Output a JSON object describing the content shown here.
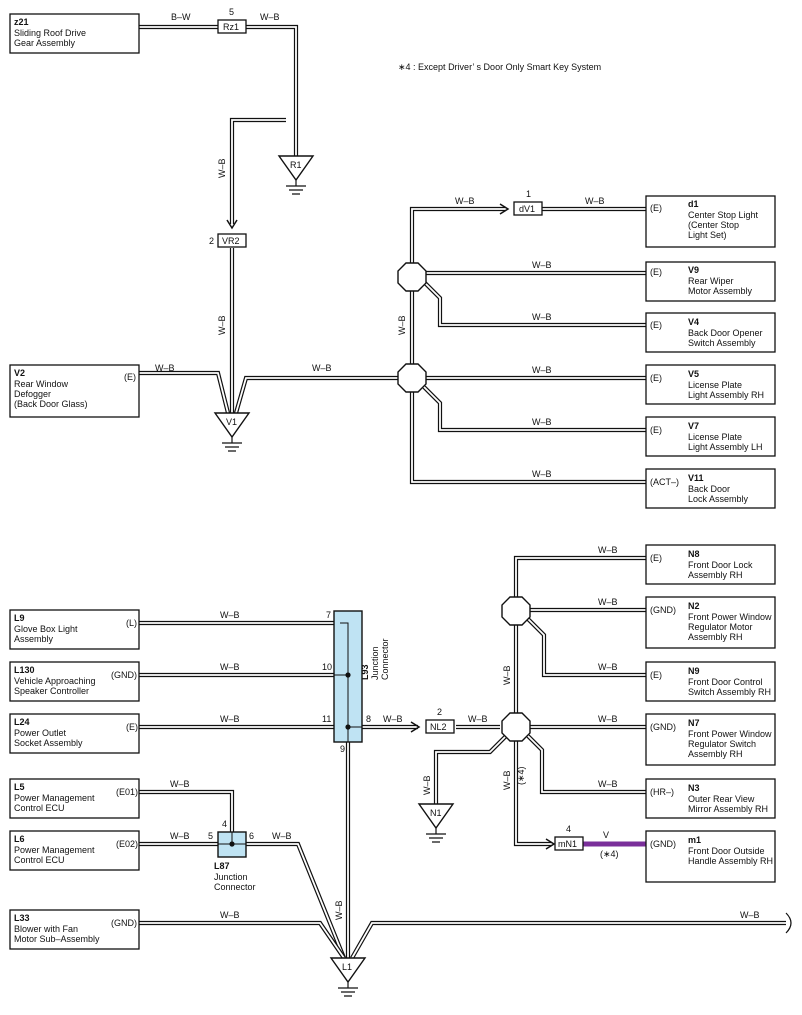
{
  "note": "∗4 : Except Driver’ s Door Only Smart Key System",
  "wire_color": "W–B",
  "wire_color_bw": "B–W",
  "wire_color_v": "V",
  "star4": "(∗4)",
  "components": {
    "z21": {
      "code": "z21",
      "lines": [
        "Sliding Roof Drive",
        "Gear Assembly"
      ]
    },
    "d1": {
      "code": "d1",
      "lines": [
        "Center Stop Light",
        "(Center Stop",
        " Light Set)"
      ],
      "pin": "(E)"
    },
    "V9": {
      "code": "V9",
      "lines": [
        "Rear Wiper",
        "Motor Assembly"
      ],
      "pin": "(E)"
    },
    "V4": {
      "code": "V4",
      "lines": [
        "Back Door Opener",
        "Switch Assembly"
      ],
      "pin": "(E)"
    },
    "V2": {
      "code": "V2",
      "lines": [
        "Rear Window",
        "Defogger",
        "(Back Door Glass)"
      ],
      "pin": "(E)"
    },
    "V5": {
      "code": "V5",
      "lines": [
        "License Plate",
        "Light Assembly RH"
      ],
      "pin": "(E)"
    },
    "V7": {
      "code": "V7",
      "lines": [
        "License Plate",
        "Light Assembly LH"
      ],
      "pin": "(E)"
    },
    "V11": {
      "code": "V11",
      "lines": [
        "Back Door",
        "Lock Assembly"
      ],
      "pin": "(ACT–)"
    },
    "N8": {
      "code": "N8",
      "lines": [
        "Front Door Lock",
        "Assembly RH"
      ],
      "pin": "(E)"
    },
    "N2": {
      "code": "N2",
      "lines": [
        "Front Power Window",
        "Regulator Motor",
        "Assembly RH"
      ],
      "pin": "(GND)"
    },
    "N9": {
      "code": "N9",
      "lines": [
        "Front Door Control",
        "Switch Assembly RH"
      ],
      "pin": "(E)"
    },
    "N7": {
      "code": "N7",
      "lines": [
        "Front Power Window",
        "Regulator Switch",
        "Assembly RH"
      ],
      "pin": "(GND)"
    },
    "N3": {
      "code": "N3",
      "lines": [
        "Outer Rear View",
        "Mirror Assembly RH"
      ],
      "pin": "(HR–)"
    },
    "m1": {
      "code": "m1",
      "lines": [
        "Front Door Outside",
        "Handle Assembly RH"
      ],
      "pin": "(GND)"
    },
    "L9": {
      "code": "L9",
      "lines": [
        "Glove Box Light",
        "Assembly"
      ],
      "pin": "(L)"
    },
    "L130": {
      "code": "L130",
      "lines": [
        "Vehicle Approaching",
        "Speaker Controller"
      ],
      "pin": "(GND)"
    },
    "L24": {
      "code": "L24",
      "lines": [
        "Power Outlet",
        "Socket Assembly"
      ],
      "pin": "(E)"
    },
    "L5": {
      "code": "L5",
      "lines": [
        "Power Management",
        "Control ECU"
      ],
      "pin": "(E01)"
    },
    "L6": {
      "code": "L6",
      "lines": [
        "Power Management",
        "Control ECU"
      ],
      "pin": "(E02)"
    },
    "L33": {
      "code": "L33",
      "lines": [
        "Blower with Fan",
        "Motor Sub–Assembly"
      ],
      "pin": "(GND)"
    }
  },
  "connectors": {
    "Rz1": {
      "label": "Rz1",
      "pin": "5"
    },
    "VR2": {
      "label": "VR2",
      "pin": "2"
    },
    "dV1": {
      "label": "dV1",
      "pin": "1"
    },
    "NL2": {
      "label": "NL2",
      "pin": "2"
    },
    "mN1": {
      "label": "mN1",
      "pin": "4"
    }
  },
  "grounds": {
    "R1": "R1",
    "V1": "V1",
    "N1": "N1",
    "L1": "L1"
  },
  "junctions": {
    "L93": {
      "code": "L93",
      "line1": "Junction",
      "line2": "Connector",
      "pins": [
        "7",
        "10",
        "11",
        "8",
        "9"
      ]
    },
    "L87": {
      "code": "L87",
      "line1": "Junction",
      "line2": "Connector",
      "pins": [
        "4",
        "5",
        "6"
      ]
    }
  },
  "colors": {
    "junction_fill": "#bfe3f3",
    "wire_violet": "#7a2f9a"
  }
}
